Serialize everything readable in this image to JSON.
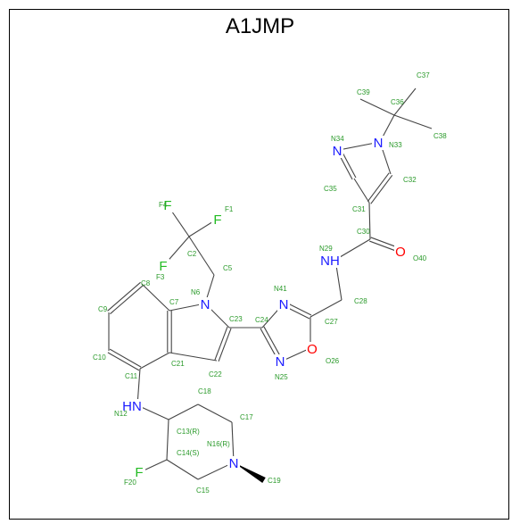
{
  "title": "A1JMP",
  "colors": {
    "carbon": "#444444",
    "nitrogen": "#1a1aff",
    "oxygen": "#ff0000",
    "fluorine": "#22bb22",
    "id": "#2a9a2a"
  },
  "atom_labels": [
    {
      "id": "N34",
      "text": "N",
      "el": "N"
    },
    {
      "id": "N33",
      "text": "N",
      "el": "N"
    },
    {
      "id": "F1",
      "text": "F",
      "el": "F"
    },
    {
      "id": "F4",
      "text": "F",
      "el": "F"
    },
    {
      "id": "F3",
      "text": "F",
      "el": "F"
    },
    {
      "id": "N29",
      "text": "NH",
      "el": "N"
    },
    {
      "id": "O40",
      "text": "O",
      "el": "O"
    },
    {
      "id": "N6",
      "text": "N",
      "el": "N"
    },
    {
      "id": "N41",
      "text": "N",
      "el": "N"
    },
    {
      "id": "O26",
      "text": "O",
      "el": "O"
    },
    {
      "id": "N25",
      "text": "N",
      "el": "N"
    },
    {
      "id": "N12",
      "text": "HN",
      "el": "N"
    },
    {
      "id": "N16",
      "text": "N",
      "el": "N"
    },
    {
      "id": "F20",
      "text": "F",
      "el": "F"
    }
  ],
  "id_labels": [
    "C37",
    "C39",
    "C36",
    "N34",
    "N33",
    "C38",
    "C35",
    "C32",
    "C31",
    "F4",
    "F1",
    "C2",
    "C30",
    "N29",
    "O40",
    "C5",
    "C8",
    "F3",
    "N6",
    "C28",
    "N41",
    "C7",
    "C23",
    "C24",
    "C27",
    "C9",
    "C10",
    "C21",
    "O26",
    "C11",
    "C22",
    "N25",
    "C18",
    "N12",
    "C17",
    "C13(R)",
    "C14(S)",
    "N16(R)",
    "F20",
    "C15",
    "C19"
  ]
}
